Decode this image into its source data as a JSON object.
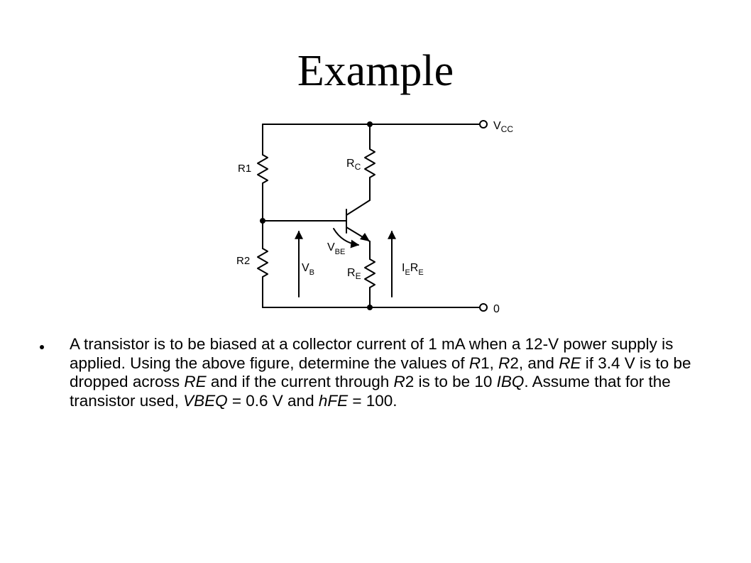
{
  "slide": {
    "title": "Example"
  },
  "diagram": {
    "labels": {
      "vcc_main": "V",
      "vcc_sub": "CC",
      "r1": "R1",
      "r2": "R2",
      "rc_main": "R",
      "rc_sub": "C",
      "re_main": "R",
      "re_sub": "E",
      "vbe_main": "V",
      "vbe_sub": "BE",
      "vb_main": "V",
      "vb_sub": "B",
      "iere_i": "I",
      "iere_e1": "E",
      "iere_r": "R",
      "iere_e2": "E",
      "ground": "0"
    }
  },
  "bullet": {
    "parts": [
      "A transistor is to be biased at a collector current of 1 mA when a 12-V power supply is applied. Using the above figure, determine the values of ",
      "R",
      "1, ",
      "R",
      "2, and ",
      "RE",
      "  if 3.4 V is to be dropped across ",
      "RE",
      " and if the current through ",
      "R",
      "2 is to be 10 ",
      "IBQ",
      ". Assume that for the transistor used, ",
      "VBEQ",
      " = 0.6 V and ",
      "hFE",
      " = 100."
    ]
  }
}
